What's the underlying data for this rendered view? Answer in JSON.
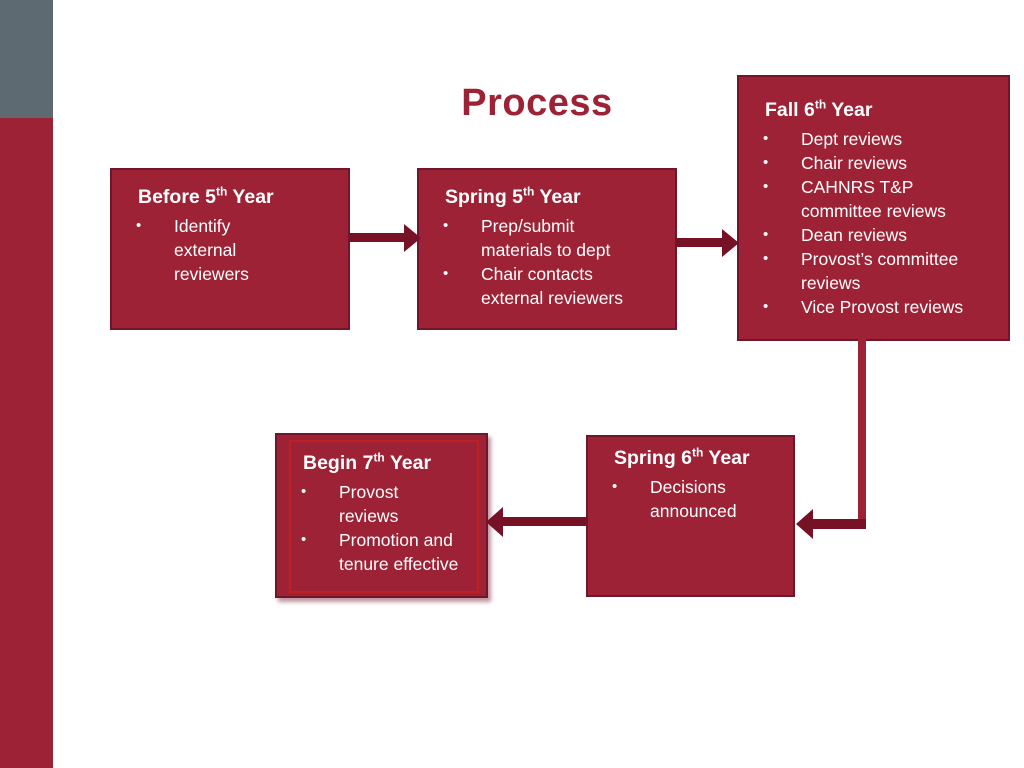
{
  "slide": {
    "title": "Process"
  },
  "glyphs": {
    "bullet": "•"
  },
  "colors": {
    "crimson": "#9d2235",
    "box_border": "#70152a",
    "arrow_dark": "#771226",
    "sidebar_gray": "#5e6a71",
    "highlight_red": "#c0201f",
    "text_white": "#ffffff"
  },
  "boxes": [
    {
      "id": "before-5th-year",
      "title_prefix": "Before 5",
      "title_sup": "th",
      "title_suffix": " Year",
      "bullets": [
        "Identify external reviewers"
      ]
    },
    {
      "id": "spring-5th-year",
      "title_prefix": "Spring 5",
      "title_sup": "th",
      "title_suffix": " Year",
      "bullets": [
        "Prep/submit materials to dept",
        "Chair contacts external reviewers"
      ]
    },
    {
      "id": "fall-6th-year",
      "title_prefix": "Fall 6",
      "title_sup": "th",
      "title_suffix": " Year",
      "bullets": [
        "Dept reviews",
        "Chair reviews",
        "CAHNRS T&P committee reviews",
        "Dean reviews",
        "Provost’s committee reviews",
        "Vice Provost reviews"
      ]
    },
    {
      "id": "spring-6th-year",
      "title_prefix": "Spring 6",
      "title_sup": "th",
      "title_suffix": " Year",
      "bullets": [
        "Decisions announced"
      ]
    },
    {
      "id": "begin-7th-year",
      "title_prefix": "Begin 7",
      "title_sup": "th",
      "title_suffix": " Year",
      "bullets": [
        "Provost reviews",
        "Promotion and tenure effective"
      ]
    }
  ]
}
